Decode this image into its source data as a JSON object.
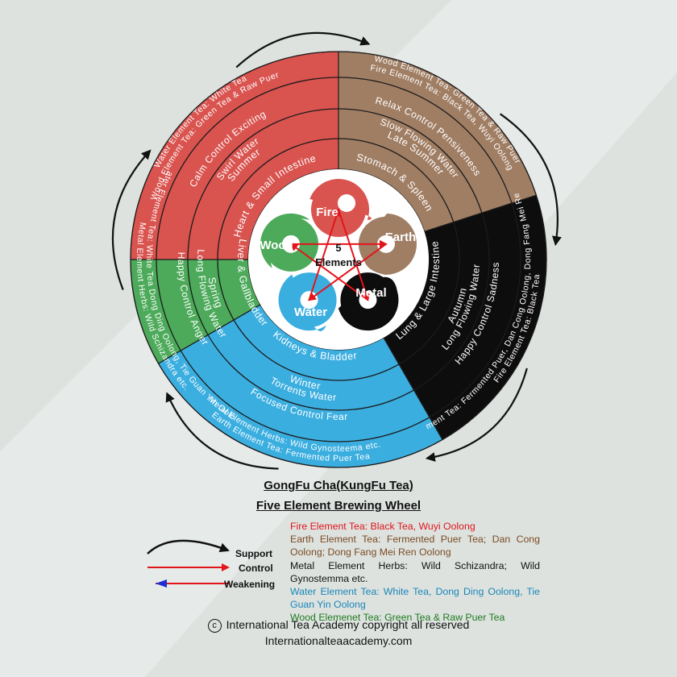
{
  "title": "GongFu Cha(KungFu Tea)",
  "subtitle": "Five Element Brewing Wheel",
  "center_label": [
    "5",
    "Elements"
  ],
  "elements": [
    {
      "key": "fire",
      "name": "Fire",
      "color": "#d9534f",
      "organ": "Heart & Small Intestine",
      "season": "Summer",
      "lines": [
        "Swirl Water",
        "Calm Control Exciting"
      ],
      "tea": "Wood Element Tea: Green Tea & Raw Puer",
      "herb": "Water Element Tea: White Tea"
    },
    {
      "key": "earth",
      "name": "Earth",
      "color": "#a07e64",
      "organ": "Stomach & Spleen",
      "season": "Late Summer",
      "lines": [
        "Slow Flowing Water",
        "Relax Control Pensiveness"
      ],
      "tea": "Fire Element Tea: Black Tea, Wuyi Oolong",
      "herb": "Wood Element Tea: Green Tea & Raw Puer"
    },
    {
      "key": "metal",
      "name": "Metal",
      "color": "#0d0d0d",
      "organ": "Lung & Large Intestine",
      "season": "Autumn",
      "lines": [
        "Long Flowing Water",
        "Happy Control Sadness"
      ],
      "tea": "Earth Element Tea: Fermented Puer, Dan Cong Oolong, Dong Fang Mei Ren Oolong",
      "herb": "Fire Element Tea: Black Tea"
    },
    {
      "key": "water",
      "name": "Water",
      "color": "#3baee0",
      "organ": "Kidneys & Bladder",
      "season": "Winter",
      "lines": [
        "Torrents Water",
        "Focused Control Fear"
      ],
      "tea": "Metal Element Herbs: Wild Gynosteema etc.",
      "herb": "Earth Element Tea: Fermented Puer Tea"
    },
    {
      "key": "wood",
      "name": "Wood",
      "color": "#4caa5a",
      "organ": "Liver & Gallbladder",
      "season": "Spring",
      "lines": [
        "Long Flowing Water",
        "Happy Control Anger"
      ],
      "tea": "Water Element Tea: White Tea Dong Ding Oolong, Tie Guan Yin Oolong",
      "herb": "Metal Element Herbs: Wild Schizandra etc."
    }
  ],
  "legend": {
    "support": "Support",
    "control": "Control",
    "weakening": "Weakening"
  },
  "tea_list": [
    {
      "text": "Fire Element Tea: Black Tea, Wuyi Oolong",
      "color": "#e0151b"
    },
    {
      "text": "Earth Element Tea: Fermented Puer Tea; Dan Cong Oolong; Dong Fang Mei Ren Oolong",
      "color": "#7b4a22"
    },
    {
      "text": "Metal Element Herbs: Wild Schizandra; Wild Gynostemma etc.",
      "color": "#111111"
    },
    {
      "text": "Water Element Tea: White Tea, Dong Ding Oolong, Tie Guan Yin Oolong",
      "color": "#1b86b8"
    },
    {
      "text": "Wood Elemenet Tea: Green Tea & Raw Puer Tea",
      "color": "#1f7a20"
    }
  ],
  "copyright": "International Tea Academy copyright all reserved",
  "website": "Internationalteaacademy.com"
}
